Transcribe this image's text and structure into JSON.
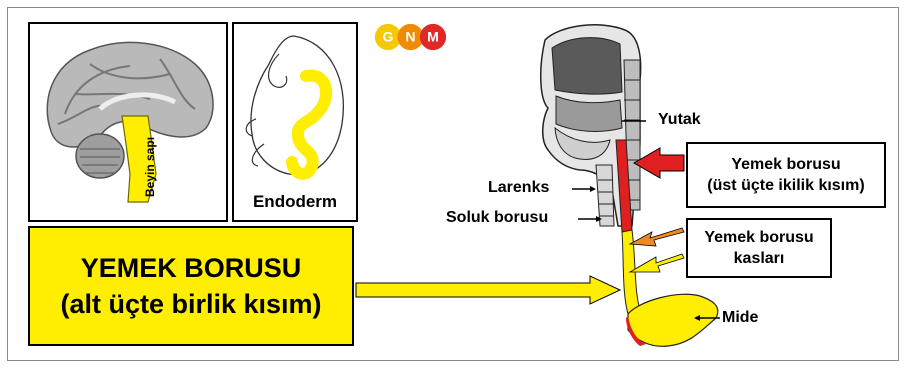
{
  "logo": {
    "letters": [
      "G",
      "N",
      "M"
    ],
    "colors": [
      "#f6c800",
      "#f08a00",
      "#e02828"
    ]
  },
  "panels": {
    "brain": {
      "brainstem_label": "Beyin sapı"
    },
    "embryo": {
      "label": "Endoderm"
    }
  },
  "main_box": {
    "line1": "YEMEK BORUSU",
    "line2": "(alt üçte birlik kısım)"
  },
  "labels": {
    "pharynx": "Yutak",
    "larynx": "Larenks",
    "trachea": "Soluk borusu",
    "stomach": "Mide",
    "esophagus_upper_line1": "Yemek borusu",
    "esophagus_upper_line2": "(üst üçte ikilik kısım)",
    "esophagus_muscles_line1": "Yemek borusu",
    "esophagus_muscles_line2": "kasları"
  },
  "colors": {
    "highlight_yellow": "#ffee00",
    "esophagus_red": "#e02020",
    "muscle_arrow_orange": "#f08a1e"
  }
}
